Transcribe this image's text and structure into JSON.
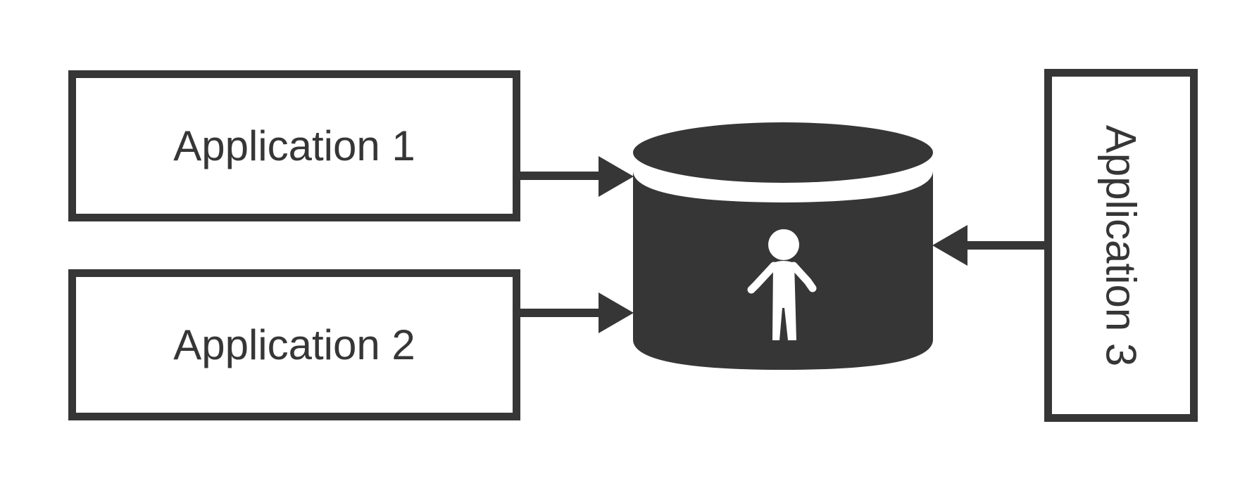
{
  "apps": [
    {
      "label": "Application 1"
    },
    {
      "label": "Application 2"
    },
    {
      "label": "Application 3"
    }
  ],
  "database": {
    "icon": "person-icon"
  },
  "colors": {
    "stroke": "#363636",
    "background": "#ffffff"
  }
}
